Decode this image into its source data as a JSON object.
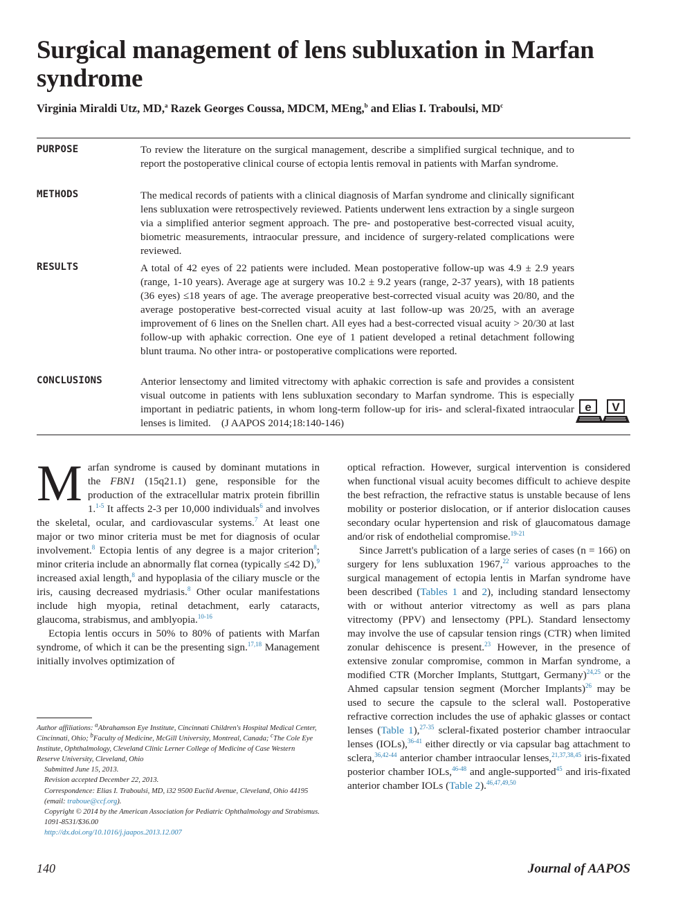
{
  "title": "Surgical management of lens subluxation in Marfan syndrome",
  "authors": {
    "a1": "Virginia Miraldi Utz, MD,",
    "a1_sup": "a",
    "a2": " Razek Georges Coussa, MDCM, MEng,",
    "a2_sup": "b",
    "a3": " and Elias I. Traboulsi, MD",
    "a3_sup": "c"
  },
  "abstract": {
    "purpose_label": "PURPOSE",
    "purpose": "To review the literature on the surgical management, describe a simplified surgical technique, and to report the postoperative clinical course of ectopia lentis removal in patients with Marfan syndrome.",
    "methods_label": "METHODS",
    "methods": "The medical records of patients with a clinical diagnosis of Marfan syndrome and clinically significant lens subluxation were retrospectively reviewed. Patients underwent lens extraction by a single surgeon via a simplified anterior segment approach. The pre- and postoperative best-corrected visual acuity, biometric measurements, intraocular pressure, and incidence of surgery-related complications were reviewed.",
    "results_label": "RESULTS",
    "results": "A total of 42 eyes of 22 patients were included. Mean postoperative follow-up was 4.9 ± 2.9 years (range, 1-10 years). Average age at surgery was 10.2 ± 9.2 years (range, 2-37 years), with 18 patients (36 eyes) ≤18 years of age. The average preoperative best-corrected visual acuity was 20/80, and the average postoperative best-corrected visual acuity at last follow-up was 20/25, with an average improvement of 6 lines on the Snellen chart. All eyes had a best-corrected visual acuity > 20/30 at last follow-up with aphakic correction. One eye of 1 patient developed a retinal detachment following blunt trauma. No other intra- or postoperative complications were reported.",
    "conclusions_label": "CONCLUSIONS",
    "conclusions": "Anterior lensectomy and limited vitrectomy with aphakic correction is safe and provides a consistent visual outcome in patients with lens subluxation secondary to Marfan syndrome. This is especially important in pediatric patients, in whom long-term follow-up for iris- and scleral-fixated intraocular lenses is limited.",
    "citation": "(J AAPOS 2014;18:140-146)",
    "icon_e": "e",
    "icon_v": "V"
  },
  "body": {
    "p1_dropcap": "M",
    "p1_a": "arfan syndrome is caused by dominant mutations in the ",
    "p1_gene": "FBN1",
    "p1_b": " (15q21.1) gene, responsible for the production of the extracellular matrix protein fibrillin 1.",
    "p1_r1": "1-5",
    "p1_c": " It affects 2-3 per 10,000 individuals",
    "p1_r2": "6",
    "p1_d": " and involves the skeletal, ocular, and cardiovascular systems.",
    "p1_r3": "7",
    "p1_e": " At least one major or two minor criteria must be met for diagnosis of ocular involvement.",
    "p1_r4": "8",
    "p1_f": " Ectopia lentis of any degree is a major criterion",
    "p1_r5": "8",
    "p1_g": "; minor criteria include an abnormally flat cornea (typically ≤42 D),",
    "p1_r6": "9",
    "p1_h": " increased axial length,",
    "p1_r7": "8",
    "p1_i": " and hypoplasia of the ciliary muscle or the iris, causing decreased mydriasis.",
    "p1_r8": "8",
    "p1_j": " Other ocular manifestations include high myopia, retinal detachment, early cataracts, glaucoma, strabismus, and amblyopia.",
    "p1_r9": "10-16",
    "p2_a": "Ectopia lentis occurs in 50% to 80% of patients with Marfan syndrome, of which it can be the presenting sign.",
    "p2_r1": "17,18",
    "p2_b": " Management initially involves optimization of optical refraction. However, surgical intervention is considered when functional visual acuity becomes difficult to achieve despite the best refraction, the refractive status is unstable because of lens mobility or posterior dislocation, or if anterior dislocation causes secondary ocular hypertension and risk of glaucomatous damage and/or risk of endothelial compromise.",
    "p2_r2": "19-21",
    "p3_a": "Since Jarrett's publication of a large series of cases (n = 166) on surgery for lens subluxation 1967,",
    "p3_r1": "22",
    "p3_b": " various approaches to the surgical management of ectopia lentis in Marfan syndrome have been described (",
    "p3_t1": "Tables 1",
    "p3_c": " and ",
    "p3_t2": "2",
    "p3_d": "), including standard lensectomy with or without anterior vitrectomy as well as pars plana vitrectomy (PPV) and lensectomy (PPL). Standard lensectomy may involve the use of capsular tension rings (CTR) when limited zonular dehiscence is present.",
    "p3_r2": "23",
    "p3_e": " However, in the presence of extensive zonular compromise, common in Marfan syndrome, a modified CTR (Morcher Implants, Stuttgart, Germany)",
    "p3_r3": "24,25",
    "p3_f": " or the Ahmed capsular tension segment (Morcher Implants)",
    "p3_r4": "26",
    "p3_g": " may be used to secure the capsule to the scleral wall. Postoperative refractive correction includes the use of aphakic glasses or contact lenses (",
    "p3_t3": "Table 1",
    "p3_h": "),",
    "p3_r5": "27-35",
    "p3_i": " scleral-fixated posterior chamber intraocular lenses (IOLs),",
    "p3_r6": "36-41",
    "p3_j": " either directly or via capsular bag attachment to sclera,",
    "p3_r7": "36,42-44",
    "p3_k": " anterior chamber intraocular lenses,",
    "p3_r8": "21,37,38,45",
    "p3_l": " iris-fixated posterior chamber IOLs,",
    "p3_r9": "46-48",
    "p3_m": " and angle-supported",
    "p3_r10": "45",
    "p3_n": " and iris-fixated anterior chamber IOLs (",
    "p3_t4": "Table 2",
    "p3_o": ").",
    "p3_r11": "46,47,49,50"
  },
  "footnotes": {
    "aff_a": "Author affiliations: ",
    "aff_a_sup": "a",
    "aff_a_text": "Abrahamson Eye Institute, Cincinnati Children's Hospital Medical Center, Cincinnati, Ohio; ",
    "aff_b_sup": "b",
    "aff_b_text": "Faculty of Medicine, McGill University, Montreal, Canada; ",
    "aff_c_sup": "c",
    "aff_c_text": "The Cole Eye Institute, Ophthalmology, Cleveland Clinic Lerner College of Medicine of Case Western Reserve University, Cleveland, Ohio",
    "submitted": "Submitted June 15, 2013.",
    "revision": "Revision accepted December 22, 2013.",
    "correspondence_a": "Correspondence: Elias I. Traboulsi, MD, i32 9500 Euclid Avenue, Cleveland, Ohio 44195 (email: ",
    "correspondence_email": "traboue@ccf.org",
    "correspondence_b": ").",
    "copyright": "Copyright © 2014 by the American Association for Pediatric Ophthalmology and Strabismus.",
    "issn": "1091-8531/$36.00",
    "doi": "http://dx.doi.org/10.1016/j.jaapos.2013.12.007"
  },
  "footer": {
    "page_number": "140",
    "journal": "Journal of AAPOS"
  }
}
